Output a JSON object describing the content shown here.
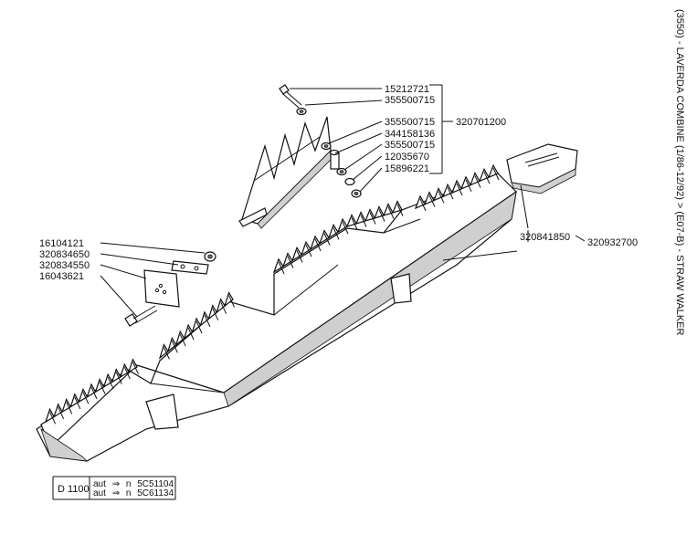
{
  "side_title": "(3550) - LAVERDA COMBINE (1/86-12/92) > (E07-B) - STRAW WALKER",
  "group_top": "320701200",
  "group_main": "320932700",
  "parts_top": [
    "15212721",
    "355500715",
    "355500715",
    "344158136",
    "355500715",
    "12035670",
    "15896221"
  ],
  "part_shield": "320841850",
  "parts_left": [
    "16104121",
    "320834650",
    "320834550",
    "16043621"
  ],
  "ref_box": {
    "model": "D 1100",
    "row1_prefix": "aut",
    "row1_arrow": "⇒",
    "row1_n": "n",
    "row1_serial": "5C51104",
    "row2_prefix": "aut",
    "row2_arrow": "⇒",
    "row2_n": "n",
    "row2_serial": "5C61134"
  }
}
